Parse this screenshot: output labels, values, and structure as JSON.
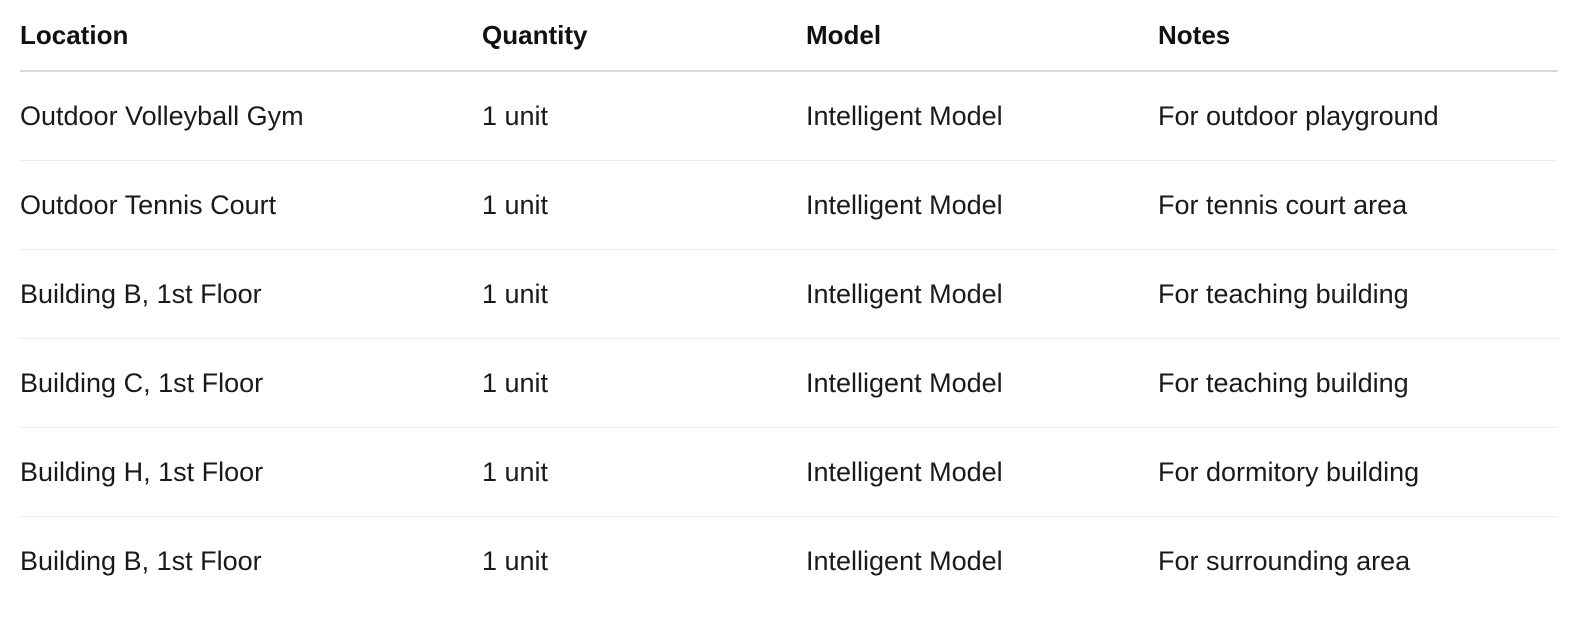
{
  "table": {
    "headers": {
      "location": "Location",
      "quantity": "Quantity",
      "model": "Model",
      "notes": "Notes"
    },
    "rows": [
      {
        "location": "Outdoor Volleyball Gym",
        "quantity": "1 unit",
        "model": "Intelligent Model",
        "notes": "For outdoor playground"
      },
      {
        "location": "Outdoor Tennis Court",
        "quantity": "1 unit",
        "model": "Intelligent Model",
        "notes": "For tennis court area"
      },
      {
        "location": "Building B, 1st Floor",
        "quantity": "1 unit",
        "model": "Intelligent Model",
        "notes": "For teaching building"
      },
      {
        "location": "Building C, 1st Floor",
        "quantity": "1 unit",
        "model": "Intelligent Model",
        "notes": "For teaching building"
      },
      {
        "location": "Building H, 1st Floor",
        "quantity": "1 unit",
        "model": "Intelligent Model",
        "notes": "For dormitory building"
      },
      {
        "location": "Building B, 1st Floor",
        "quantity": "1 unit",
        "model": "Intelligent Model",
        "notes": "For surrounding area"
      }
    ]
  }
}
